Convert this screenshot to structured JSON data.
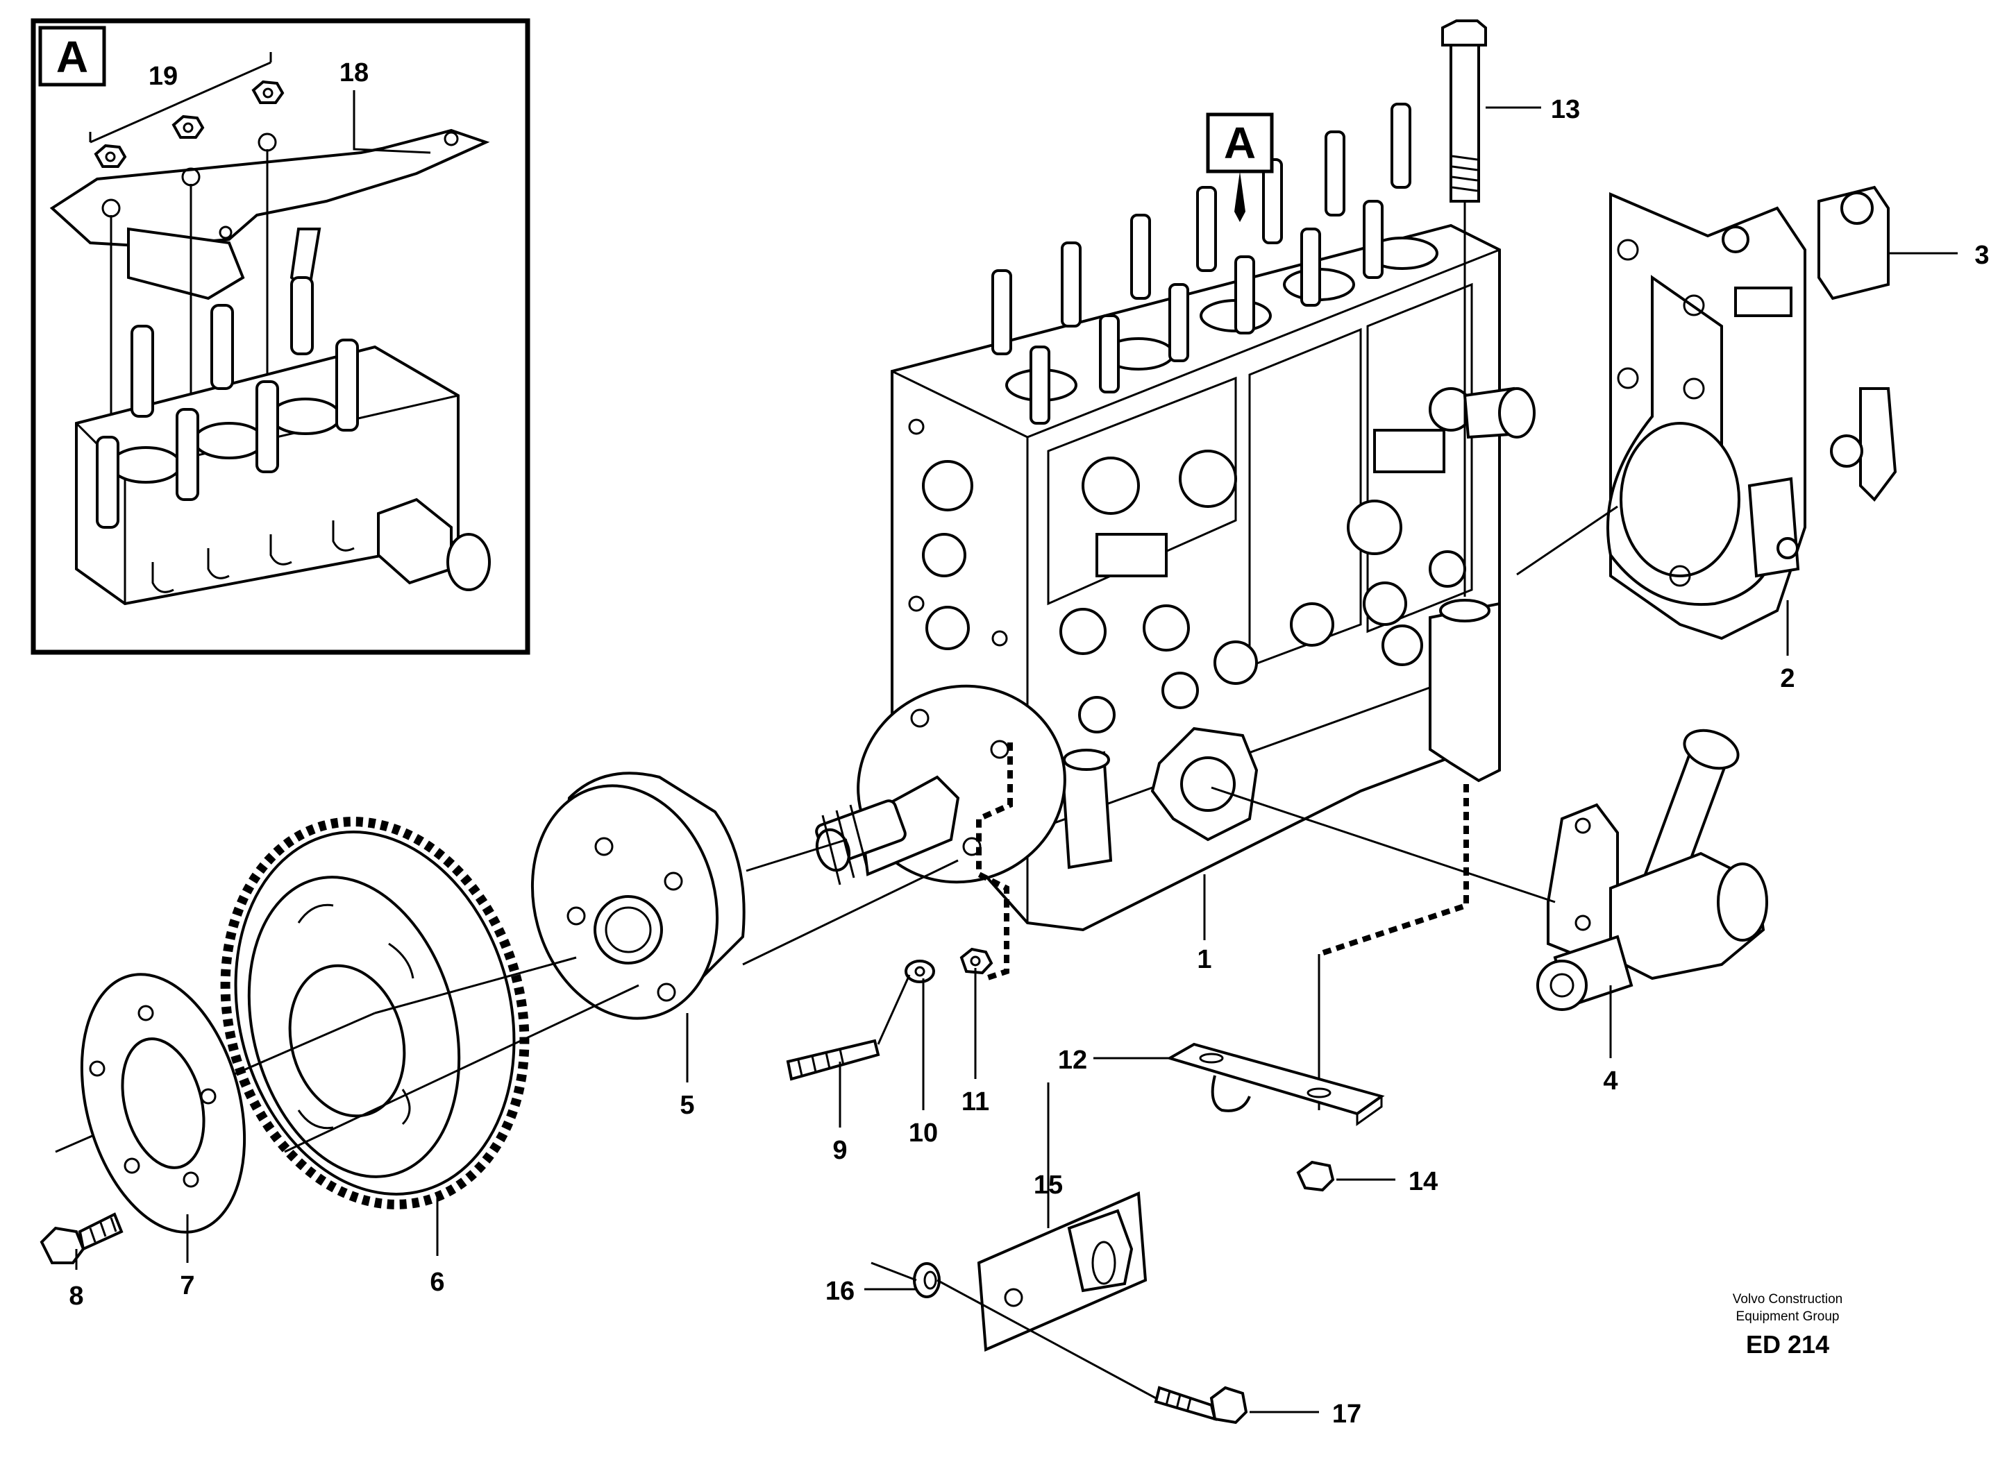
{
  "inset": {
    "label": "A"
  },
  "main_view": {
    "label": "A"
  },
  "callouts": {
    "c1": "1",
    "c2": "2",
    "c3": "3",
    "c4": "4",
    "c5": "5",
    "c6": "6",
    "c7": "7",
    "c8": "8",
    "c9": "9",
    "c10": "10",
    "c11": "11",
    "c12": "12",
    "c13": "13",
    "c14": "14",
    "c15": "15",
    "c16": "16",
    "c17": "17",
    "c18": "18",
    "c19": "19"
  },
  "credit": {
    "line1": "Volvo Construction",
    "line2": "Equipment Group",
    "code": "ED 214"
  }
}
